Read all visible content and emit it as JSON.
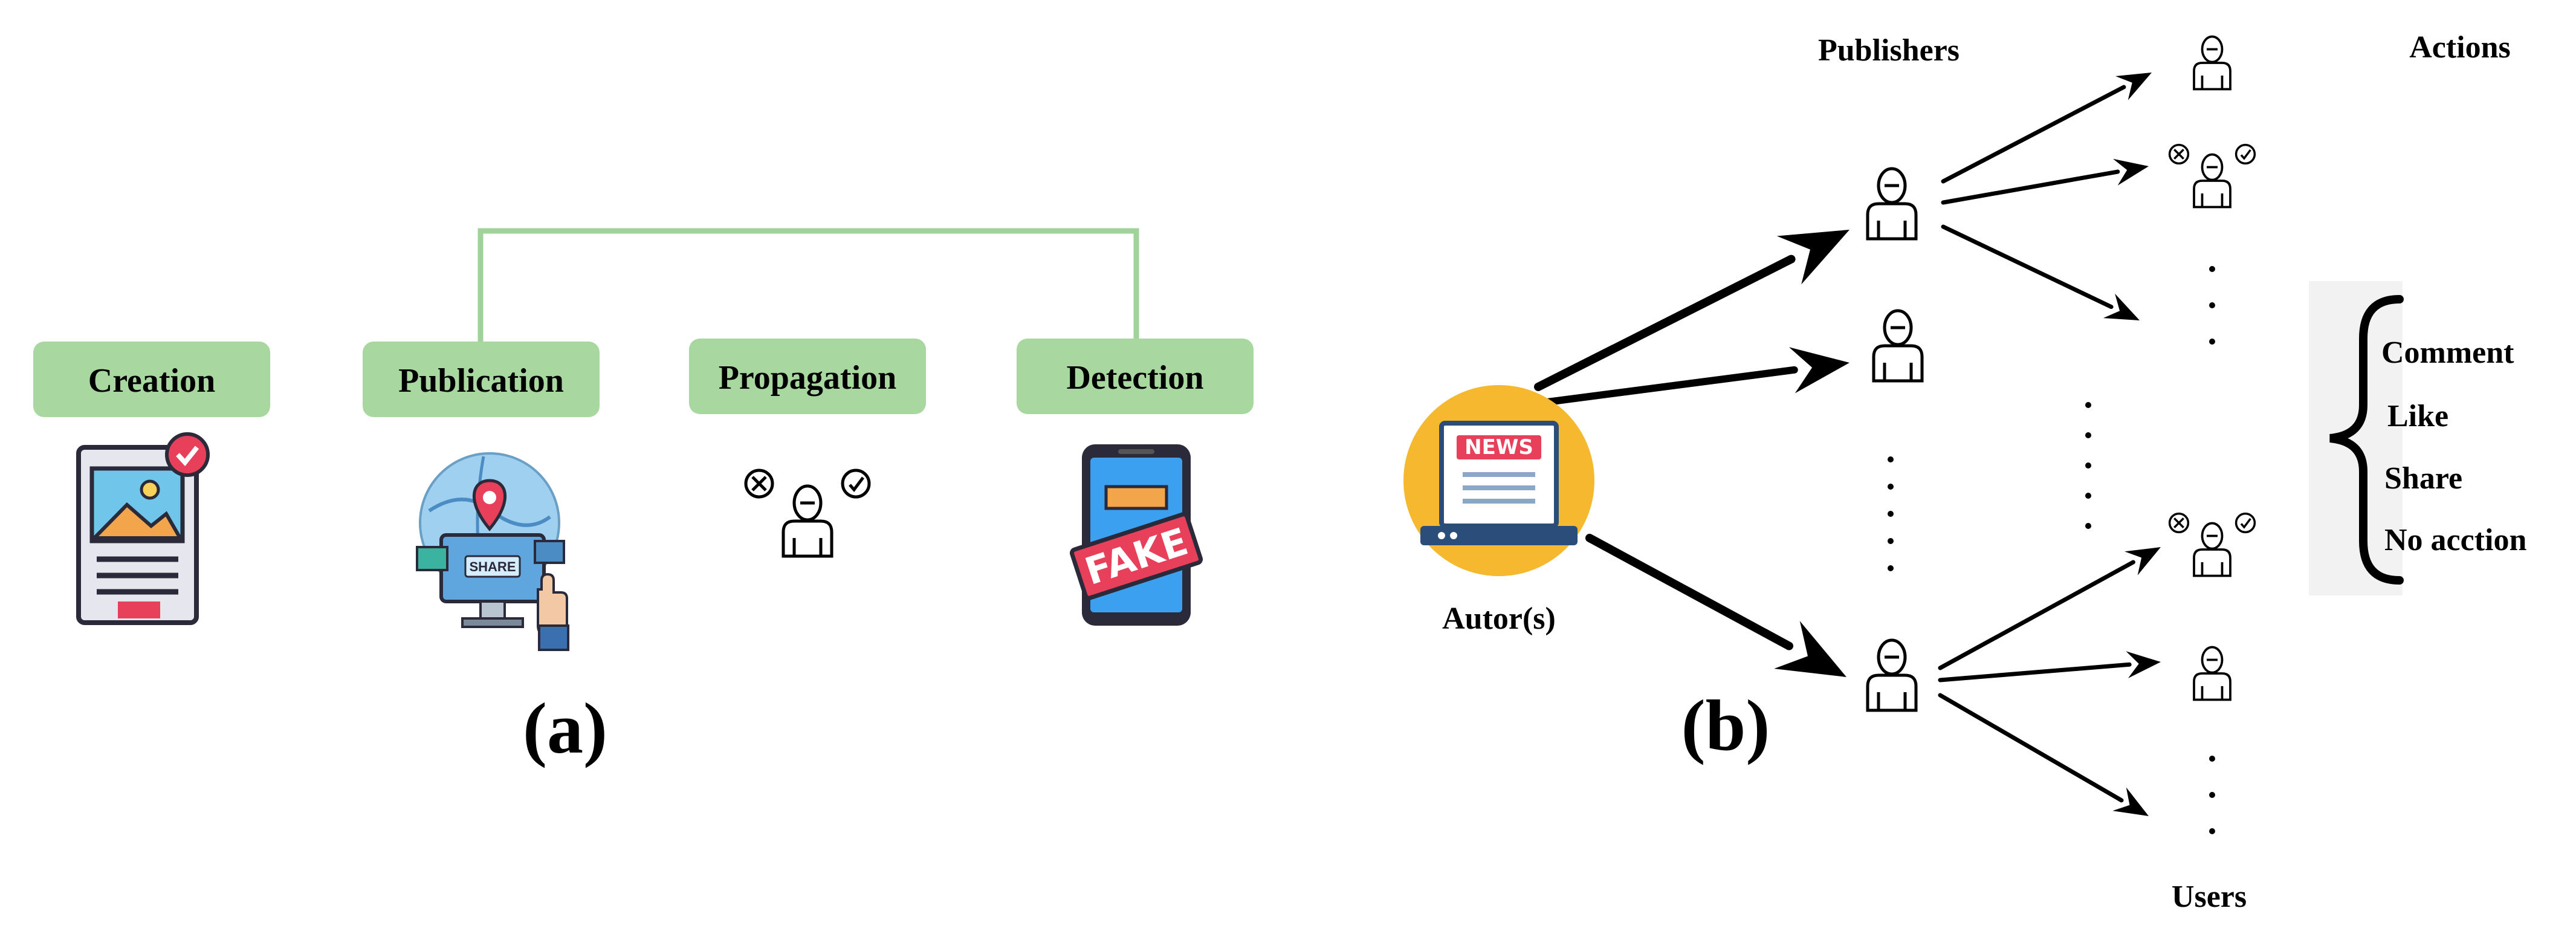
{
  "panel_a": {
    "label": "(a)",
    "stages": [
      {
        "label": "Creation",
        "icon": "document-image-check-icon"
      },
      {
        "label": "Publication",
        "icon": "globe-share-monitor-icon"
      },
      {
        "label": "Propagation",
        "icon": "user-decision-icon"
      },
      {
        "label": "Detection",
        "icon": "phone-fake-stamp-icon"
      }
    ],
    "connector": "publication-to-detection-bracket",
    "fake_stamp_text": "FAKE",
    "share_button_text": "SHARE"
  },
  "panel_b": {
    "label": "(b)",
    "news_badge_text": "NEWS",
    "author_label": "Autor(s)",
    "publishers_label": "Publishers",
    "actions_label": "Actions",
    "users_label": "Users",
    "actions": [
      "Comment",
      "Like",
      "Share",
      "No acction"
    ]
  },
  "colors": {
    "stage_box": "#a8d8a0",
    "connector": "#9fd39a",
    "news_circle": "#f5b82e",
    "news_monitor": "#2a4d7a",
    "fake_red": "#e8405a",
    "phone_blue": "#2f7fe0"
  }
}
